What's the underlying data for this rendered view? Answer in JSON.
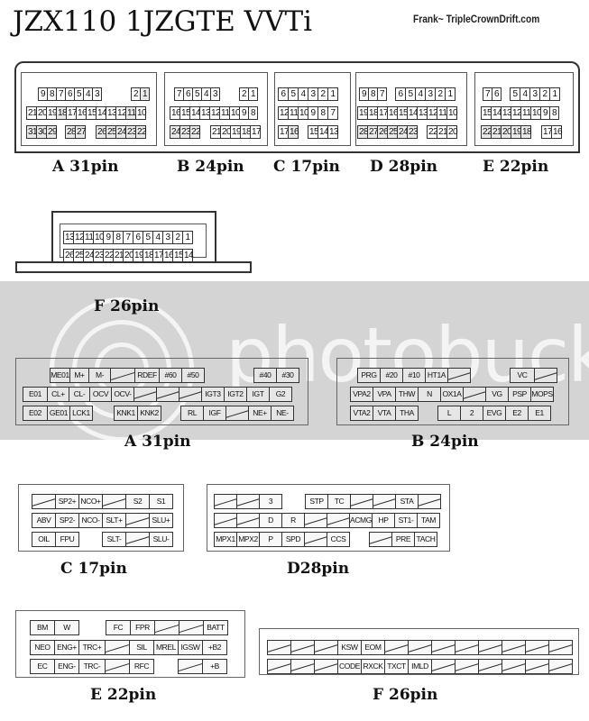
{
  "header": {
    "title": "JZX110 1JZGTE VVTi",
    "credit": "Frank~ TripleCrownDrift.com"
  },
  "watermark": {
    "text": "photobucket"
  },
  "pin_numbers": {
    "A": {
      "caption": "A 31pin",
      "rows": [
        [
          "9",
          "8",
          "7",
          "6",
          "5",
          "4",
          "3",
          "",
          "2",
          "1"
        ],
        [
          "21",
          "20",
          "19",
          "18",
          "17",
          "16",
          "15",
          "14",
          "13",
          "12",
          "11",
          "10"
        ],
        [
          "31",
          "30",
          "29",
          "",
          "28",
          "27",
          "",
          "26",
          "25",
          "24",
          "23",
          "22"
        ]
      ]
    },
    "B": {
      "caption": "B 24pin",
      "rows": [
        [
          "7",
          "6",
          "5",
          "4",
          "3",
          "",
          "2",
          "1"
        ],
        [
          "16",
          "15",
          "14",
          "13",
          "12",
          "11",
          "10",
          "9",
          "8"
        ],
        [
          "24",
          "23",
          "22",
          "",
          "21",
          "20",
          "19",
          "18",
          "17"
        ]
      ]
    },
    "C": {
      "caption": "C 17pin",
      "rows": [
        [
          "6",
          "5",
          "4",
          "3",
          "2",
          "1"
        ],
        [
          "12",
          "11",
          "10",
          "9",
          "8",
          "7"
        ],
        [
          "17",
          "16",
          "",
          "15",
          "14",
          "13"
        ]
      ]
    },
    "D": {
      "caption": "D 28pin",
      "rows": [
        [
          "9",
          "8",
          "7",
          "",
          "6",
          "5",
          "4",
          "3",
          "2",
          "1"
        ],
        [
          "19",
          "18",
          "17",
          "16",
          "15",
          "14",
          "13",
          "12",
          "11",
          "10"
        ],
        [
          "28",
          "27",
          "26",
          "25",
          "24",
          "23",
          "",
          "22",
          "21",
          "20"
        ]
      ]
    },
    "E": {
      "caption": "E 22pin",
      "rows": [
        [
          "7",
          "6",
          "",
          "5",
          "4",
          "3",
          "2",
          "1"
        ],
        [
          "15",
          "14",
          "13",
          "12",
          "11",
          "10",
          "9",
          "8"
        ],
        [
          "22",
          "21",
          "20",
          "19",
          "18",
          "",
          "17",
          "16"
        ]
      ]
    },
    "F": {
      "caption": "F 26pin",
      "rows": [
        [
          "13",
          "12",
          "11",
          "10",
          "9",
          "8",
          "7",
          "6",
          "5",
          "4",
          "3",
          "2",
          "1"
        ],
        [
          "26",
          "25",
          "24",
          "23",
          "22",
          "21",
          "20",
          "19",
          "18",
          "17",
          "16",
          "15",
          "14"
        ]
      ]
    }
  },
  "pin_functions": {
    "A": {
      "caption": "A 31pin",
      "rows": [
        [
          "ME01",
          "M+",
          "M-",
          "/",
          "RDEF",
          "#60",
          "#50",
          "",
          "#40",
          "#30"
        ],
        [
          "E01",
          "CL+",
          "CL-",
          "OCV",
          "OCV-",
          "/",
          "/",
          "/",
          "IGT3",
          "IGT2",
          "IGT",
          "G2"
        ],
        [
          "E02",
          "GE01",
          "LCK1",
          "",
          "KNK1",
          "KNK2",
          "",
          "RL",
          "IGF",
          "/",
          "NE+",
          "NE-"
        ]
      ]
    },
    "B": {
      "caption": "B 24pin",
      "rows": [
        [
          "PRG",
          "#20",
          "#10",
          "HT1A",
          "/",
          "",
          "VC",
          "/"
        ],
        [
          "VPA2",
          "VPA",
          "THW",
          "N",
          "OX1A",
          "/",
          "VG",
          "PSP",
          "MOPS"
        ],
        [
          "VTA2",
          "VTA",
          "THA",
          "",
          "L",
          "2",
          "EVG",
          "E2",
          "E1"
        ]
      ]
    },
    "C": {
      "caption": "C 17pin",
      "rows": [
        [
          "/",
          "SP2+",
          "NCO+",
          "/",
          "S2",
          "S1"
        ],
        [
          "ABV",
          "SP2-",
          "NCO-",
          "SLT+",
          "/",
          "SLU+"
        ],
        [
          "OIL",
          "FPU",
          "",
          "SLT-",
          "/",
          "SLU-"
        ]
      ]
    },
    "D": {
      "caption": "D28pin",
      "rows": [
        [
          "/",
          "/",
          "3",
          "",
          "STP",
          "TC",
          "/",
          "/",
          "STA",
          "/"
        ],
        [
          "/",
          "/",
          "D",
          "R",
          "/",
          "/",
          "ACMG",
          "HP",
          "ST1-",
          "TAM"
        ],
        [
          "MPX1",
          "MPX2",
          "P",
          "SPD",
          "/",
          "CCS",
          "",
          "/",
          "PRE",
          "TACH"
        ]
      ]
    },
    "E": {
      "caption": "E 22pin",
      "rows": [
        [
          "BM",
          "W",
          "",
          "FC",
          "FPR",
          "/",
          "/",
          "BATT"
        ],
        [
          "NEO",
          "ENG+",
          "TRC+",
          "/",
          "SIL",
          "MREL",
          "IGSW",
          "+B2"
        ],
        [
          "EC",
          "ENG-",
          "TRC-",
          "/",
          "RFC",
          "",
          "/",
          "+B"
        ]
      ]
    },
    "F": {
      "caption": "F 26pin",
      "rows": [
        [
          "/",
          "/",
          "/",
          "KSW",
          "EOM",
          "/",
          "/",
          "/",
          "/",
          "/",
          "/",
          "/",
          "/"
        ],
        [
          "/",
          "/",
          "/",
          "CODE",
          "RXCK",
          "TXCT",
          "IMLD",
          "/",
          "/",
          "/",
          "/",
          "/",
          "/"
        ]
      ]
    }
  }
}
